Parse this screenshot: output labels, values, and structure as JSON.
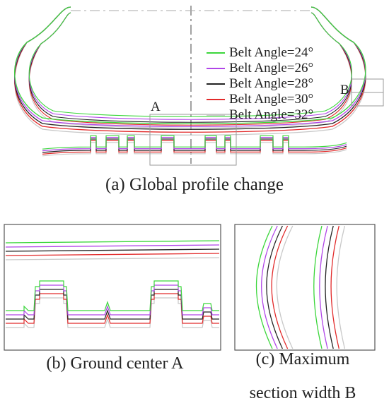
{
  "legend": {
    "items": [
      {
        "label": "Belt Angle=24°",
        "color": "#3bd63b"
      },
      {
        "label": "Belt Angle=26°",
        "color": "#b045e8"
      },
      {
        "label": "Belt Angle=28°",
        "color": "#222222"
      },
      {
        "label": "Belt Angle=30°",
        "color": "#e22a2a"
      },
      {
        "label": "Belt Angle=32°",
        "color": "#c8c8c8"
      }
    ]
  },
  "markers": {
    "a": "A",
    "b": "B"
  },
  "captions": {
    "a": "(a) Global profile change",
    "b": "(b) Ground center A",
    "c_line1": "(c) Maximum",
    "c_line2": "section width B"
  }
}
